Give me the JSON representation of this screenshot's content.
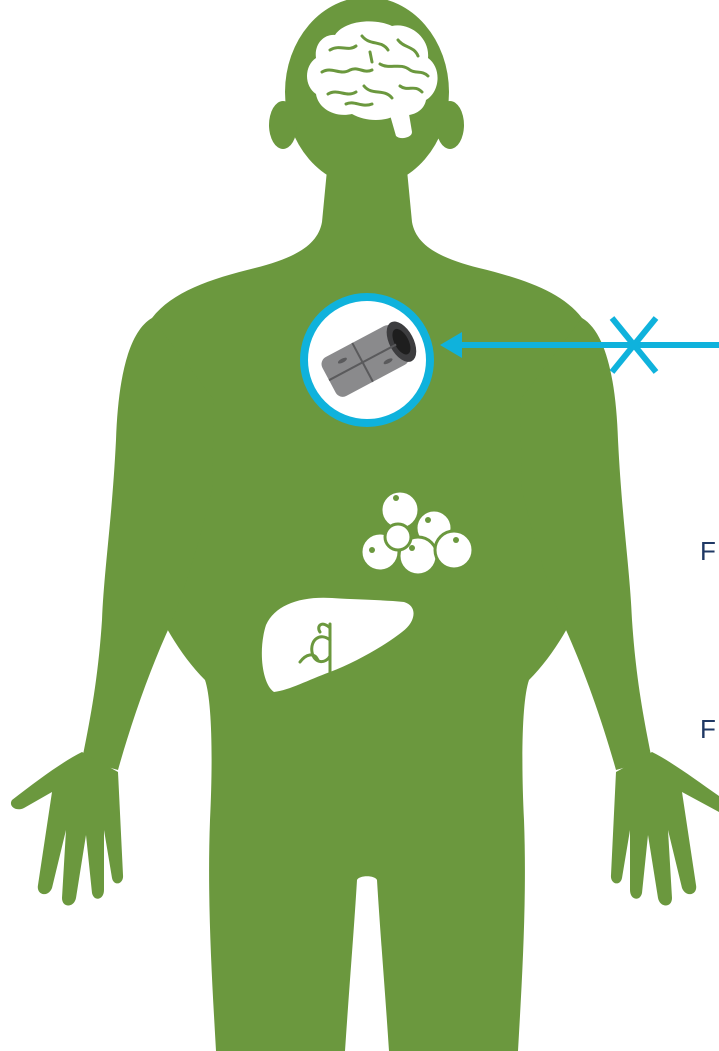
{
  "colors": {
    "body": "#6B983E",
    "organ": "#FFFFFF",
    "accent_ring": "#0FB2DC",
    "arrow": "#0FB2DC",
    "vessel": "#8A8A8C",
    "vessel_dark": "#3D3D3F",
    "text": "#1F3864",
    "background": "#FFFFFF"
  },
  "icons": [
    "human-silhouette",
    "brain-icon",
    "blood-vessel-icon",
    "fat-cells-icon",
    "liver-icon",
    "blocked-arrow-icon"
  ],
  "labels": {
    "clipped_1": "F",
    "clipped_2": "F"
  }
}
